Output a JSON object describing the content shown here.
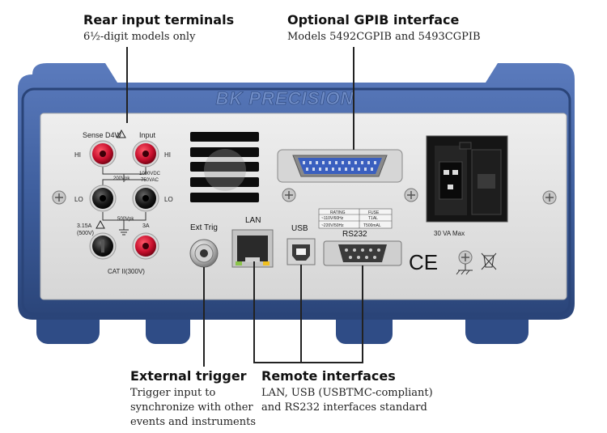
{
  "callouts": {
    "rear_inputs": {
      "title": "Rear input terminals",
      "subtitle": "6½-digit models only"
    },
    "gpib": {
      "title": "Optional GPIB interface",
      "subtitle": "Models 5492CGPIB and 5493CGPIB"
    },
    "ext_trigger": {
      "title": "External trigger",
      "lines": [
        "Trigger input to",
        "synchronize with other",
        "events and instruments"
      ]
    },
    "remote": {
      "title": "Remote interfaces",
      "lines": [
        "LAN, USB (USBTMC-compliant)",
        "and RS232 interfaces standard"
      ]
    }
  },
  "panel": {
    "brand": "BK PRECISION",
    "sense_label": "Sense D4W",
    "input_label": "Input",
    "hi_label": "HI",
    "lo_label": "LO",
    "vpk_200": "200Vpk",
    "vdc_1000": "1000VDC",
    "vac_750": "750VAC",
    "vpk_500": "500Vpk",
    "fuse_315a": "3.15A",
    "fuse_500v": "(500V)",
    "amp_3a": "3A",
    "cat_label": "CAT II(300V)",
    "ext_trig_label": "Ext Trig",
    "lan_label": "LAN",
    "usb_label": "USB",
    "rs232_label": "RS232",
    "rating_header": "RATING",
    "fuse_header": "FUSE",
    "rating_1": "~110V/60Hz",
    "rating_2": "~220V/50Hz",
    "fuse_1": "T1AL",
    "fuse_2": "T500mAL",
    "va_max": "30 VA Max",
    "ce_mark": "CE"
  },
  "colors": {
    "bezel": "#3f5f9e",
    "bezel_dark": "#2a4478",
    "panel": "#e6e6e6",
    "terminal_red": "#c8102e",
    "leader_line": "#222222"
  }
}
